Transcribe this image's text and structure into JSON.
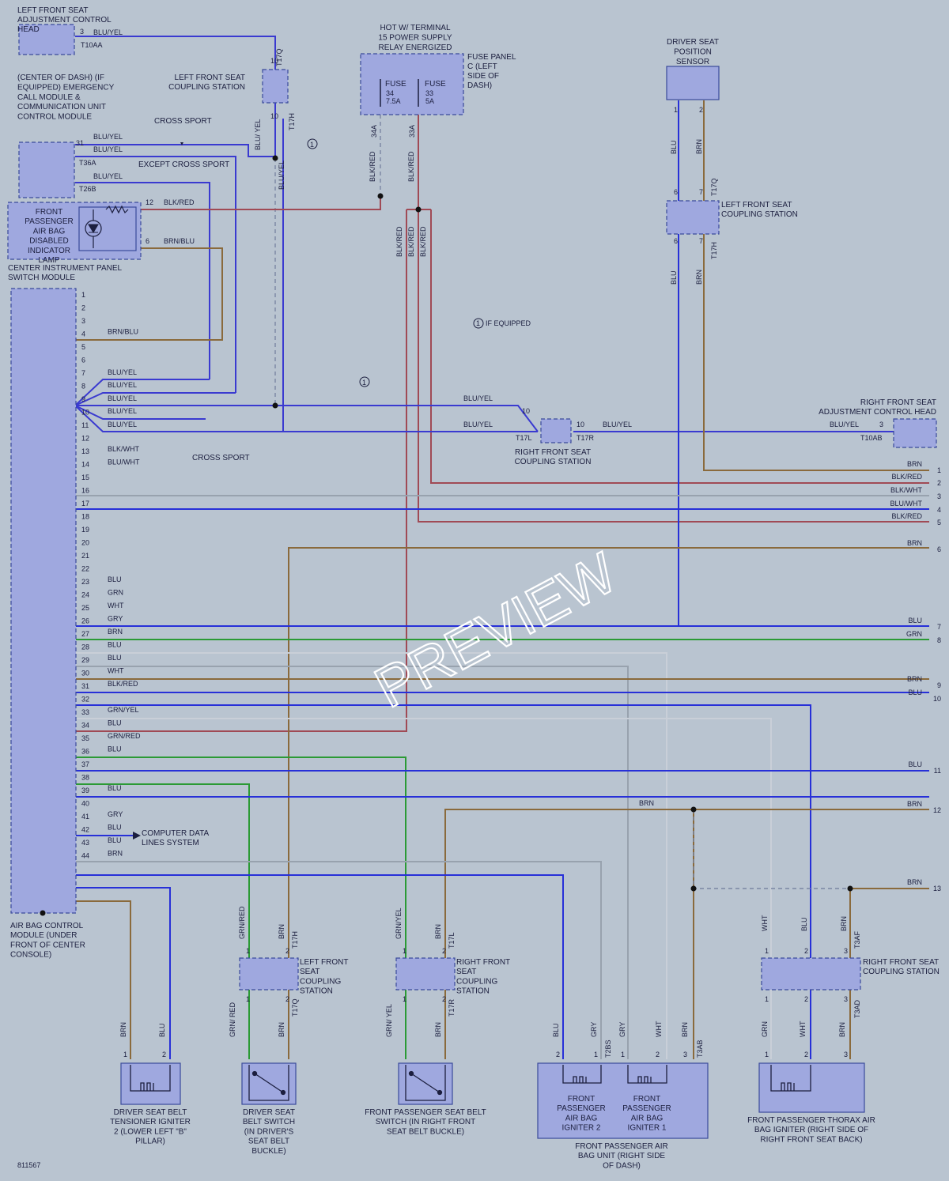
{
  "watermark": "PREVIEW",
  "figure_id": "811567",
  "legend_if_equipped": "IF EQUIPPED",
  "circle_marker": "1",
  "components": {
    "lf_adjust_head": "LEFT FRONT SEAT ADJUSTMENT CONTROL HEAD",
    "emergency_call": "(CENTER OF DASH) (IF EQUIPPED) EMERGENCY CALL MODULE & COMMUNICATION UNIT CONTROL MODULE",
    "lf_coupling_top": "LEFT FRONT SEAT COUPLING STATION",
    "cross_sport": "CROSS SPORT",
    "except_cross_sport": "EXCEPT CROSS SPORT",
    "hot_terminal": "HOT W/ TERMINAL 15 POWER SUPPLY RELAY ENERGIZED",
    "fuse_panel": "FUSE PANEL C (LEFT SIDE OF DASH)",
    "fuse34_label": "FUSE",
    "fuse34_num": "34",
    "fuse34_amp": "7.5A",
    "fuse33_label": "FUSE",
    "fuse33_num": "33",
    "fuse33_amp": "5A",
    "driver_pos_sensor": "DRIVER SEAT POSITION SENSOR",
    "lf_coupling_right": "LEFT FRONT SEAT COUPLING STATION",
    "passenger_lamp": "FRONT PASSENGER AIR BAG DISABLED INDICATOR LAMP",
    "center_panel": "CENTER INSTRUMENT PANEL SWITCH MODULE",
    "rf_coupling_mid": "RIGHT FRONT SEAT COUPLING STATION",
    "rf_adjust_head": "RIGHT FRONT SEAT ADJUSTMENT CONTROL HEAD",
    "cross_sport_2": "CROSS SPORT",
    "computer_data": "COMPUTER DATA LINES SYSTEM",
    "airbag_module": "AIR BAG CONTROL MODULE (UNDER FRONT OF CENTER CONSOLE)",
    "lf_coupling_bottom": "LEFT FRONT SEAT COUPLING STATION",
    "rf_coupling_bottom": "RIGHT FRONT SEAT COUPLING STATION",
    "rf_coupling_thorax": "RIGHT FRONT SEAT COUPLING STATION",
    "driver_tensioner": "DRIVER SEAT BELT TENSIONER IGNITER 2 (LOWER LEFT \"B\" PILLAR)",
    "driver_belt_switch": "DRIVER SEAT BELT SWITCH (IN DRIVER'S SEAT BELT BUCKLE)",
    "pass_belt_switch": "FRONT PASSENGER SEAT BELT SWITCH (IN RIGHT FRONT SEAT BELT BUCKLE)",
    "pass_igniter2": "FRONT PASSENGER AIR BAG IGNITER 2",
    "pass_igniter1": "FRONT PASSENGER AIR BAG IGNITER 1",
    "pass_unit": "FRONT PASSENGER AIR BAG UNIT (RIGHT SIDE OF DASH)",
    "thorax": "FRONT PASSENGER THORAX AIR BAG IGNITER (RIGHT SIDE OF RIGHT FRONT SEAT BACK)"
  },
  "connectors": {
    "t10aa": "T10AA",
    "t17q": "T17Q",
    "t17h": "T17H",
    "t36a": "T36A",
    "t26b": "T26B",
    "t17l": "T17L",
    "t17r": "T17R",
    "t10ab": "T10AB",
    "t2bs": "T2BS",
    "t3ab": "T3AB",
    "t3af": "T3AF",
    "t3ad": "T3AD",
    "c34a": "34A",
    "c33a": "33A"
  },
  "wire_labels": {
    "bluyel": "BLU/YEL",
    "blkred": "BLK/RED",
    "brnblu": "BRN/BLU",
    "blkwht": "BLK/WHT",
    "bluwht": "BLU/WHT",
    "blu": "BLU",
    "grn": "GRN",
    "wht": "WHT",
    "gry": "GRY",
    "brn": "BRN",
    "grnyel": "GRN/YEL",
    "grnred": "GRN/RED",
    "blu_yel_split": "BLU/ YEL",
    "grn_red_split": "GRN/ RED",
    "grn_yel_split": "GRN/ YEL"
  },
  "module_pins": [
    "1",
    "2",
    "3",
    "4",
    "5",
    "6",
    "7",
    "8",
    "9",
    "10",
    "11",
    "12",
    "13",
    "14",
    "15",
    "16",
    "17",
    "18",
    "19",
    "20",
    "21",
    "22",
    "23",
    "24",
    "25",
    "26",
    "27",
    "28",
    "29",
    "30",
    "31",
    "32",
    "33",
    "34",
    "35",
    "36",
    "37",
    "38",
    "39",
    "40",
    "41",
    "42",
    "43",
    "44"
  ],
  "module_pin_wires": {
    "p4": "BRN/BLU",
    "p8a": "BLU/YEL",
    "p8b": "BLU/YEL",
    "p8c": "BLU/YEL",
    "p8d": "BLU/YEL",
    "p8e": "BLU/YEL",
    "p13": "BLK/WHT",
    "p14": "BLU/WHT",
    "p23": "BLU",
    "p24": "GRN",
    "p25": "WHT",
    "p26": "GRY",
    "p27": "BRN",
    "p28": "BLU",
    "p29": "BLU",
    "p30": "WHT",
    "p31": "BLK/RED",
    "p33": "GRN/YEL",
    "p34": "BLU",
    "p35": "GRN/RED",
    "p36": "BLU",
    "p39": "BLU",
    "p41": "GRY",
    "p42": "BLU",
    "p43": "BLU",
    "p44": "BRN"
  },
  "right_edge": [
    {
      "num": "1",
      "wire": "BRN"
    },
    {
      "num": "2",
      "wire": "BLK/RED"
    },
    {
      "num": "3",
      "wire": "BLK/WHT"
    },
    {
      "num": "4",
      "wire": "BLU/WHT"
    },
    {
      "num": "5",
      "wire": "BLK/RED"
    },
    {
      "num": "6",
      "wire": "BRN"
    },
    {
      "num": "7",
      "wire": "BLU"
    },
    {
      "num": "8",
      "wire": "GRN"
    },
    {
      "num": "9",
      "wire": "BRN"
    },
    {
      "num": "10",
      "wire": "BLU"
    },
    {
      "num": "11",
      "wire": "BLU"
    },
    {
      "num": "12",
      "wire": "BRN"
    },
    {
      "num": "13",
      "wire": "BRN"
    }
  ],
  "pin_numbers": {
    "n1": "1",
    "n2": "2",
    "n3": "3",
    "n6": "6",
    "n7": "7",
    "n10": "10",
    "n12": "12",
    "n31": "31"
  }
}
